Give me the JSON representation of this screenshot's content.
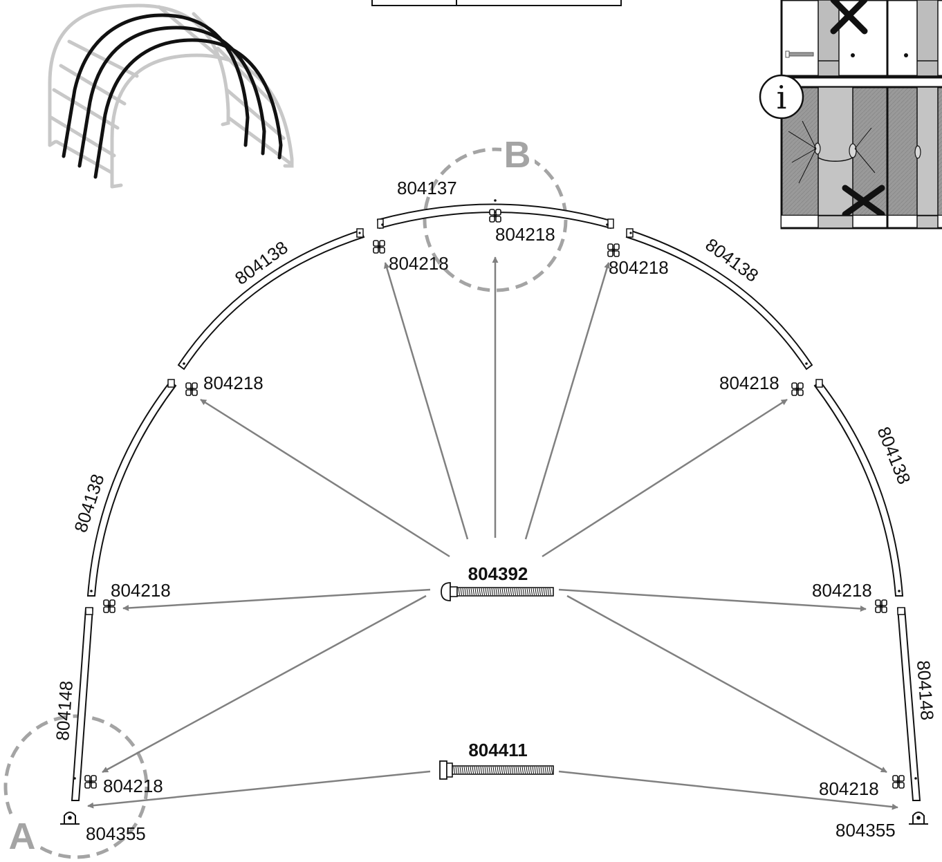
{
  "parts": {
    "top_arc": "804137",
    "upper_arc_left": "804138",
    "upper_arc_right": "804138",
    "mid_arc_left": "804138",
    "mid_arc_right": "804138",
    "leg_left": "804148",
    "leg_right": "804148",
    "nut": "804218",
    "foot_left": "804355",
    "foot_right": "804355",
    "bolt_upper": "804392",
    "bolt_lower": "804411"
  },
  "callouts": {
    "a": "A",
    "b": "B"
  },
  "info": {
    "symbol": "i"
  },
  "colors": {
    "line": "#111111",
    "arrow": "#808080",
    "callout": "#a4a4a4",
    "shade": "#9a9a9a",
    "tube": "#bdbdbd"
  },
  "icons": [
    "tunnel-frame-thumbnail-icon",
    "butterfly-nut-icon",
    "carriage-bolt-icon",
    "hex-bolt-icon",
    "foot-bracket-icon",
    "info-icon",
    "cross-mark-icon"
  ]
}
